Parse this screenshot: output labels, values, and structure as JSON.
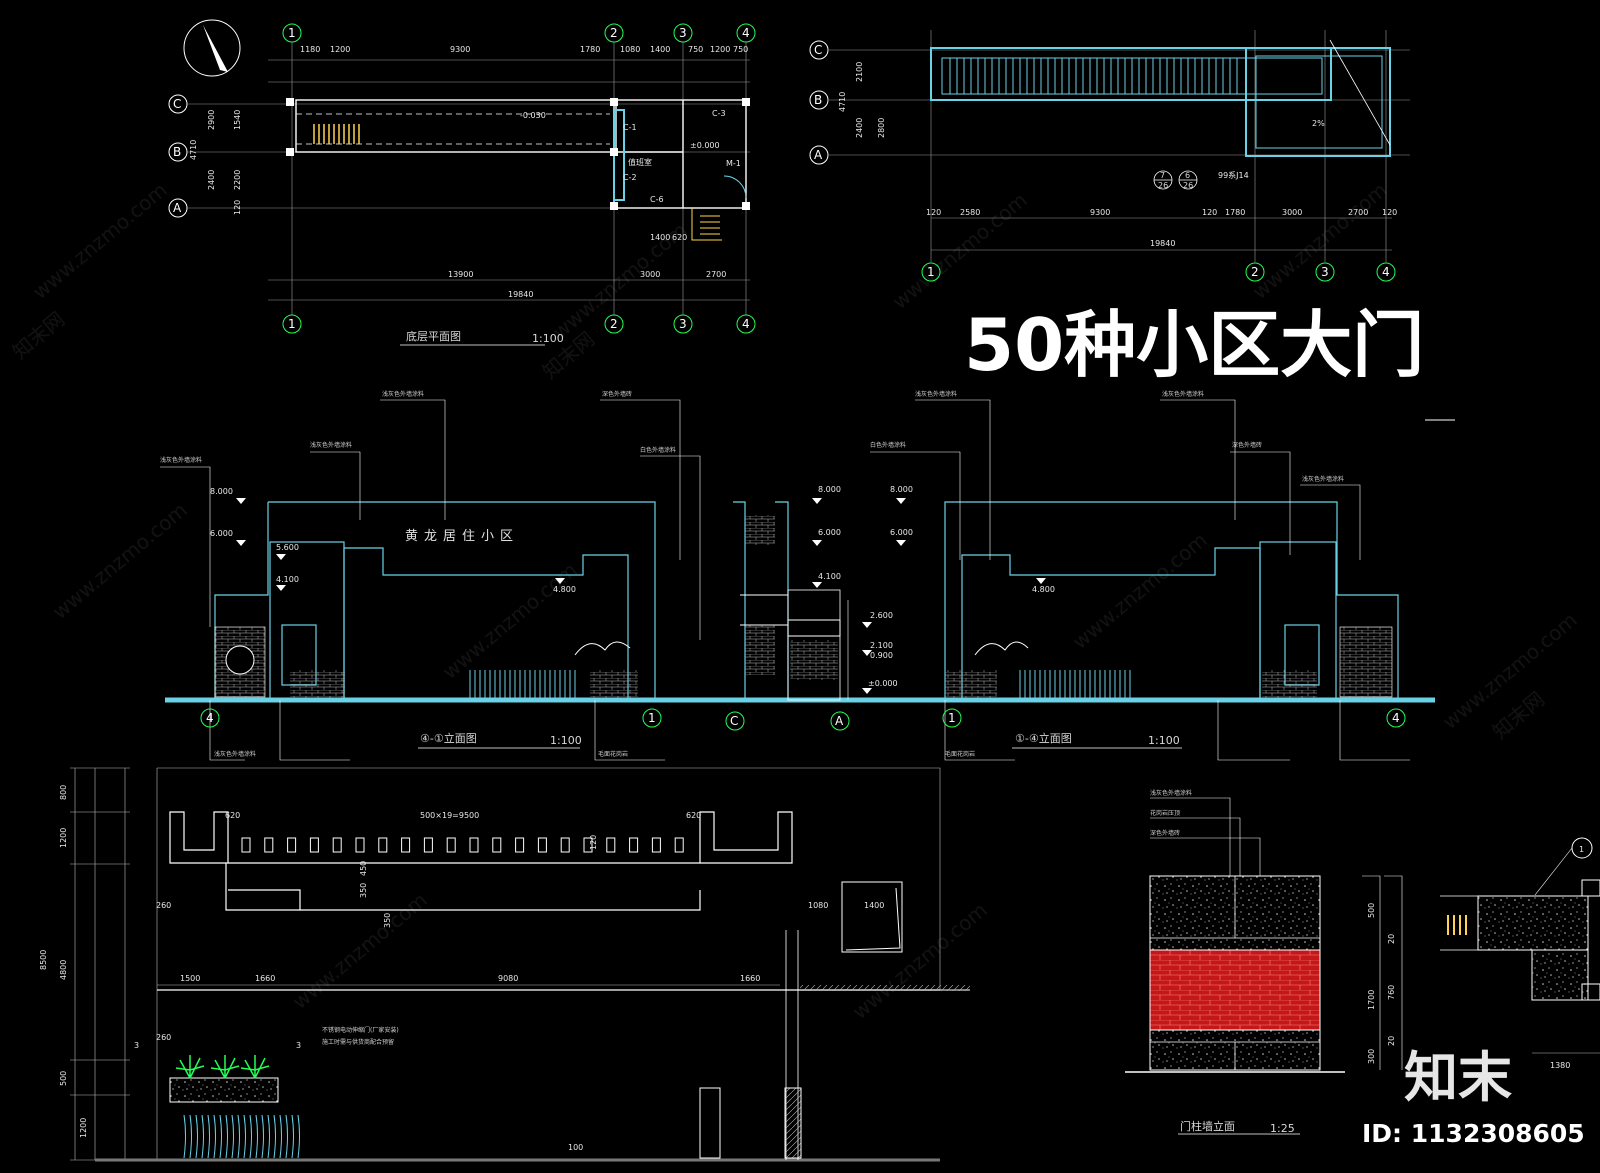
{
  "title": "50种小区大门",
  "plan": {
    "axes": [
      "1",
      "2",
      "3",
      "4"
    ],
    "rows": [
      "A",
      "B",
      "C"
    ],
    "top_dims": [
      "1180",
      "1200",
      "9300",
      "1780",
      "1080",
      "1400",
      "750",
      "1200",
      "750"
    ],
    "bottom_dims": [
      "13900",
      "3000",
      "2700"
    ],
    "total": "19840",
    "side_dims": [
      "2900",
      "1540",
      "4710",
      "2400",
      "2200",
      "120"
    ],
    "labels": {
      "level": "-0.030",
      "room": "值班室",
      "room_level": "±0.000",
      "c1": "C-1",
      "c2": "C-2",
      "c3": "C-3",
      "c6": "C-6",
      "door": "M-1"
    },
    "inner_dims": [
      "1400",
      "620"
    ],
    "caption": "底层平面图",
    "scale": "1:100"
  },
  "roof": {
    "axes": [
      "1",
      "2",
      "3",
      "4"
    ],
    "rows": [
      "A",
      "B",
      "C"
    ],
    "dims": [
      "120",
      "2580",
      "9300",
      "120",
      "1780",
      "3000",
      "2700",
      "120"
    ],
    "total": "19840",
    "side_dims": [
      "2100",
      "4710",
      "2400",
      "2800"
    ],
    "slope": "2%",
    "detail": "99系J14",
    "refs": [
      "7",
      "26",
      "6",
      "26"
    ]
  },
  "elev_left": {
    "levels": [
      "8.000",
      "6.000",
      "5.600",
      "4.100",
      "4.800"
    ],
    "gate_name": "黄龙居住小区",
    "axes": [
      "4",
      "1"
    ],
    "caption": "④-①立面图",
    "scale": "1:100",
    "notes": [
      "浅灰色外墙涂料",
      "浅灰色外墙涂料",
      "浅灰色外墙涂料",
      "白色外墙涂料",
      "深色外墙砖",
      "浅灰色外墙涂料",
      "毛面花岗岩"
    ]
  },
  "section": {
    "levels": [
      "8.000",
      "6.000",
      "4.100",
      "2.600",
      "2.100",
      "0.900",
      "±0.000"
    ],
    "axes": [
      "C",
      "A"
    ]
  },
  "elev_right": {
    "levels": [
      "8.000",
      "6.000",
      "4.800"
    ],
    "axes": [
      "1",
      "4"
    ],
    "caption": "①-④立面图",
    "scale": "1:100",
    "notes": [
      "白色外墙涂料",
      "浅灰色外墙涂料",
      "浅灰色外墙涂料",
      "深色外墙砖",
      "浅灰色外墙涂料",
      "毛面花岗岩"
    ]
  },
  "detail": {
    "left_dims": [
      "800",
      "1200",
      "4800",
      "8500",
      "500",
      "1200"
    ],
    "top_dim": "500×19=9500",
    "edge_dims": [
      "620",
      "620"
    ],
    "mid_dims": [
      "120",
      "350",
      "450",
      "350",
      "260"
    ],
    "box_dims": [
      "1080",
      "1400"
    ],
    "row_dims": [
      "1500",
      "1660",
      "9080",
      "1660"
    ],
    "notes": [
      "不锈钢电动伸缩门(厂家安装)",
      "施工时需与供货商配合预留"
    ],
    "small": [
      "260",
      "3",
      "3"
    ],
    "bottom": "100"
  },
  "pillar": {
    "dims": [
      "500",
      "1700",
      "760",
      "20",
      "300",
      "20"
    ],
    "notes": [
      "浅灰色外墙涂料",
      "花岗岩压顶",
      "深色外墙砖"
    ],
    "caption": "门柱墙立面",
    "scale": "1:25"
  },
  "pillar_plan": {
    "ref": "1",
    "dim": "1380"
  },
  "watermark": {
    "text": "www.znzmo.com",
    "cn": "知末网"
  },
  "logo": "知末",
  "id_text": "ID: 1132308605",
  "colors": {
    "bg": "#000000",
    "cyan": "#69d2e7",
    "white": "#ffffff",
    "gray": "#9a9a9a",
    "brick": "#d42020",
    "green": "#22ff55"
  }
}
